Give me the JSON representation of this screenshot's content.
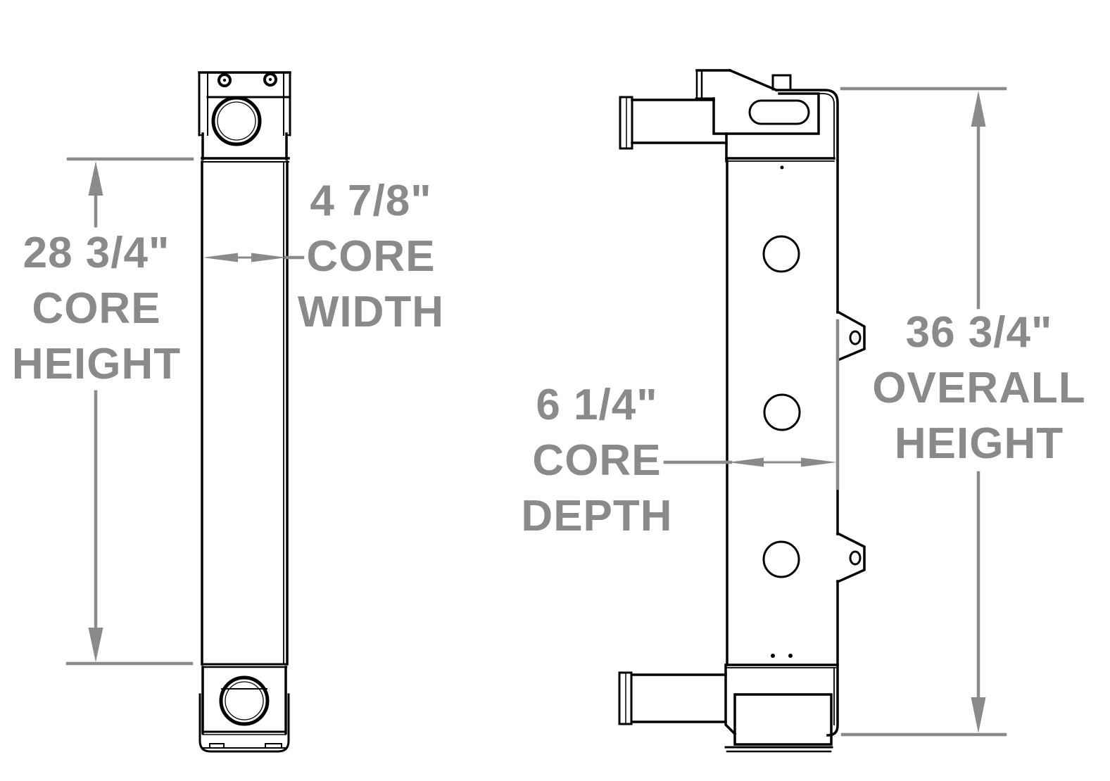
{
  "diagram": {
    "background_color": "#ffffff",
    "line_color": "#000000",
    "dimension_color": "#8a8a8a",
    "dimensions": {
      "core_height": {
        "value": "28 3/4\"",
        "label": [
          "CORE",
          "HEIGHT"
        ]
      },
      "core_width": {
        "value": "4 7/8\"",
        "label": [
          "CORE",
          "WIDTH"
        ]
      },
      "core_depth": {
        "value": "6 1/4\"",
        "label": [
          "CORE",
          "DEPTH"
        ]
      },
      "overall_height": {
        "value": "36 3/4\"",
        "label": [
          "OVERALL",
          "HEIGHT"
        ]
      }
    }
  }
}
